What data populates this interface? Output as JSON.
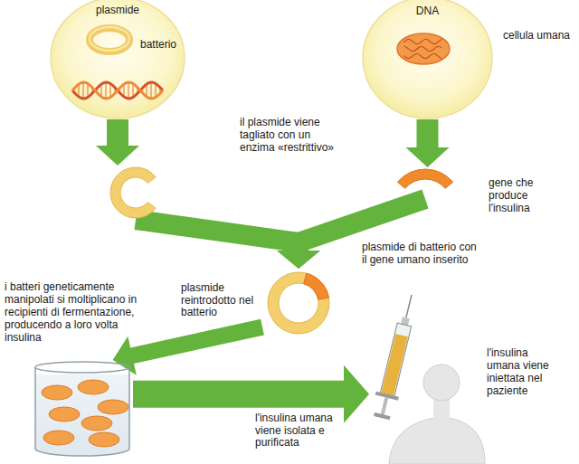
{
  "diagram": {
    "nodes": [
      {
        "text": [
          "plasmide",
          "batterio"
        ]
      },
      {
        "text": [
          "DNA",
          "cellula umana"
        ]
      },
      {
        "text": [
          "il plasmide viene tagliato con un enzima «restrittivo»"
        ]
      },
      {
        "text": [
          "gene che produce l'insulina"
        ]
      },
      {
        "text": [
          "plasmide di batterio con il gene umano inserito"
        ]
      },
      {
        "text": [
          "i batteri geneticamente manipolati si moltiplicano in recipienti di fermentazione, producendo a loro volta insulina"
        ]
      },
      {
        "text": [
          "l'insulina umana viene iniettata nel paziente"
        ]
      }
    ],
    "edges": [
      {
        "from": 0,
        "to": 2,
        "arrow": "to"
      },
      {
        "from": 1,
        "to": 3,
        "arrow": "to"
      },
      {
        "from": 2,
        "to": 4,
        "arrow": "to"
      },
      {
        "from": 3,
        "to": 4,
        "arrow": "to"
      },
      {
        "from": 4,
        "to": 5,
        "arrow": "to",
        "label": "plasmide reintrodotto nel batterio"
      },
      {
        "from": 5,
        "to": 6,
        "arrow": "to",
        "label": "l'insulina umana viene isolata e purificata"
      }
    ]
  }
}
